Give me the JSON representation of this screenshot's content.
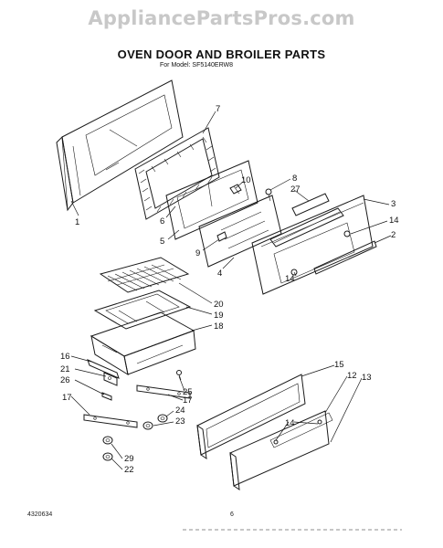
{
  "watermark": "AppliancePartsPros.com",
  "title": "OVEN DOOR AND BROILER PARTS",
  "subtitle": "For Model: SF5140ERW8",
  "footer": {
    "code": "4320634",
    "page": "6"
  },
  "callouts": [
    "7",
    "1",
    "10",
    "8",
    "27",
    "3",
    "6",
    "5",
    "14",
    "2",
    "9",
    "4",
    "14",
    "20",
    "19",
    "18",
    "16",
    "21",
    "26",
    "25",
    "17",
    "17",
    "15",
    "12",
    "13",
    "14",
    "24",
    "23",
    "29",
    "22"
  ]
}
